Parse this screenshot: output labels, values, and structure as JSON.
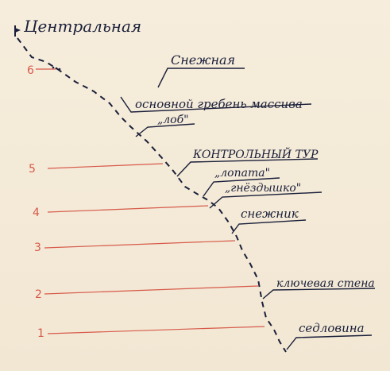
{
  "colors": {
    "paper": "#f4ead8",
    "ink": "#1a1f3a",
    "red_ink": "#d75a4a"
  },
  "peak_label": "Центральная",
  "pitches": [
    {
      "number": "6"
    },
    {
      "number": "5"
    },
    {
      "number": "4"
    },
    {
      "number": "3"
    },
    {
      "number": "2"
    },
    {
      "number": "1"
    }
  ],
  "labels": [
    {
      "text": "Снежная"
    },
    {
      "text": "основной гребень массива"
    },
    {
      "text": "„лоб\""
    },
    {
      "text": "КОНТРОЛЬНЫЙ ТУР"
    },
    {
      "text": "„лопата\""
    },
    {
      "text": "„гнёздышко\""
    },
    {
      "text": "снежник"
    },
    {
      "text": "ключевая стена"
    },
    {
      "text": "седловина"
    }
  ]
}
